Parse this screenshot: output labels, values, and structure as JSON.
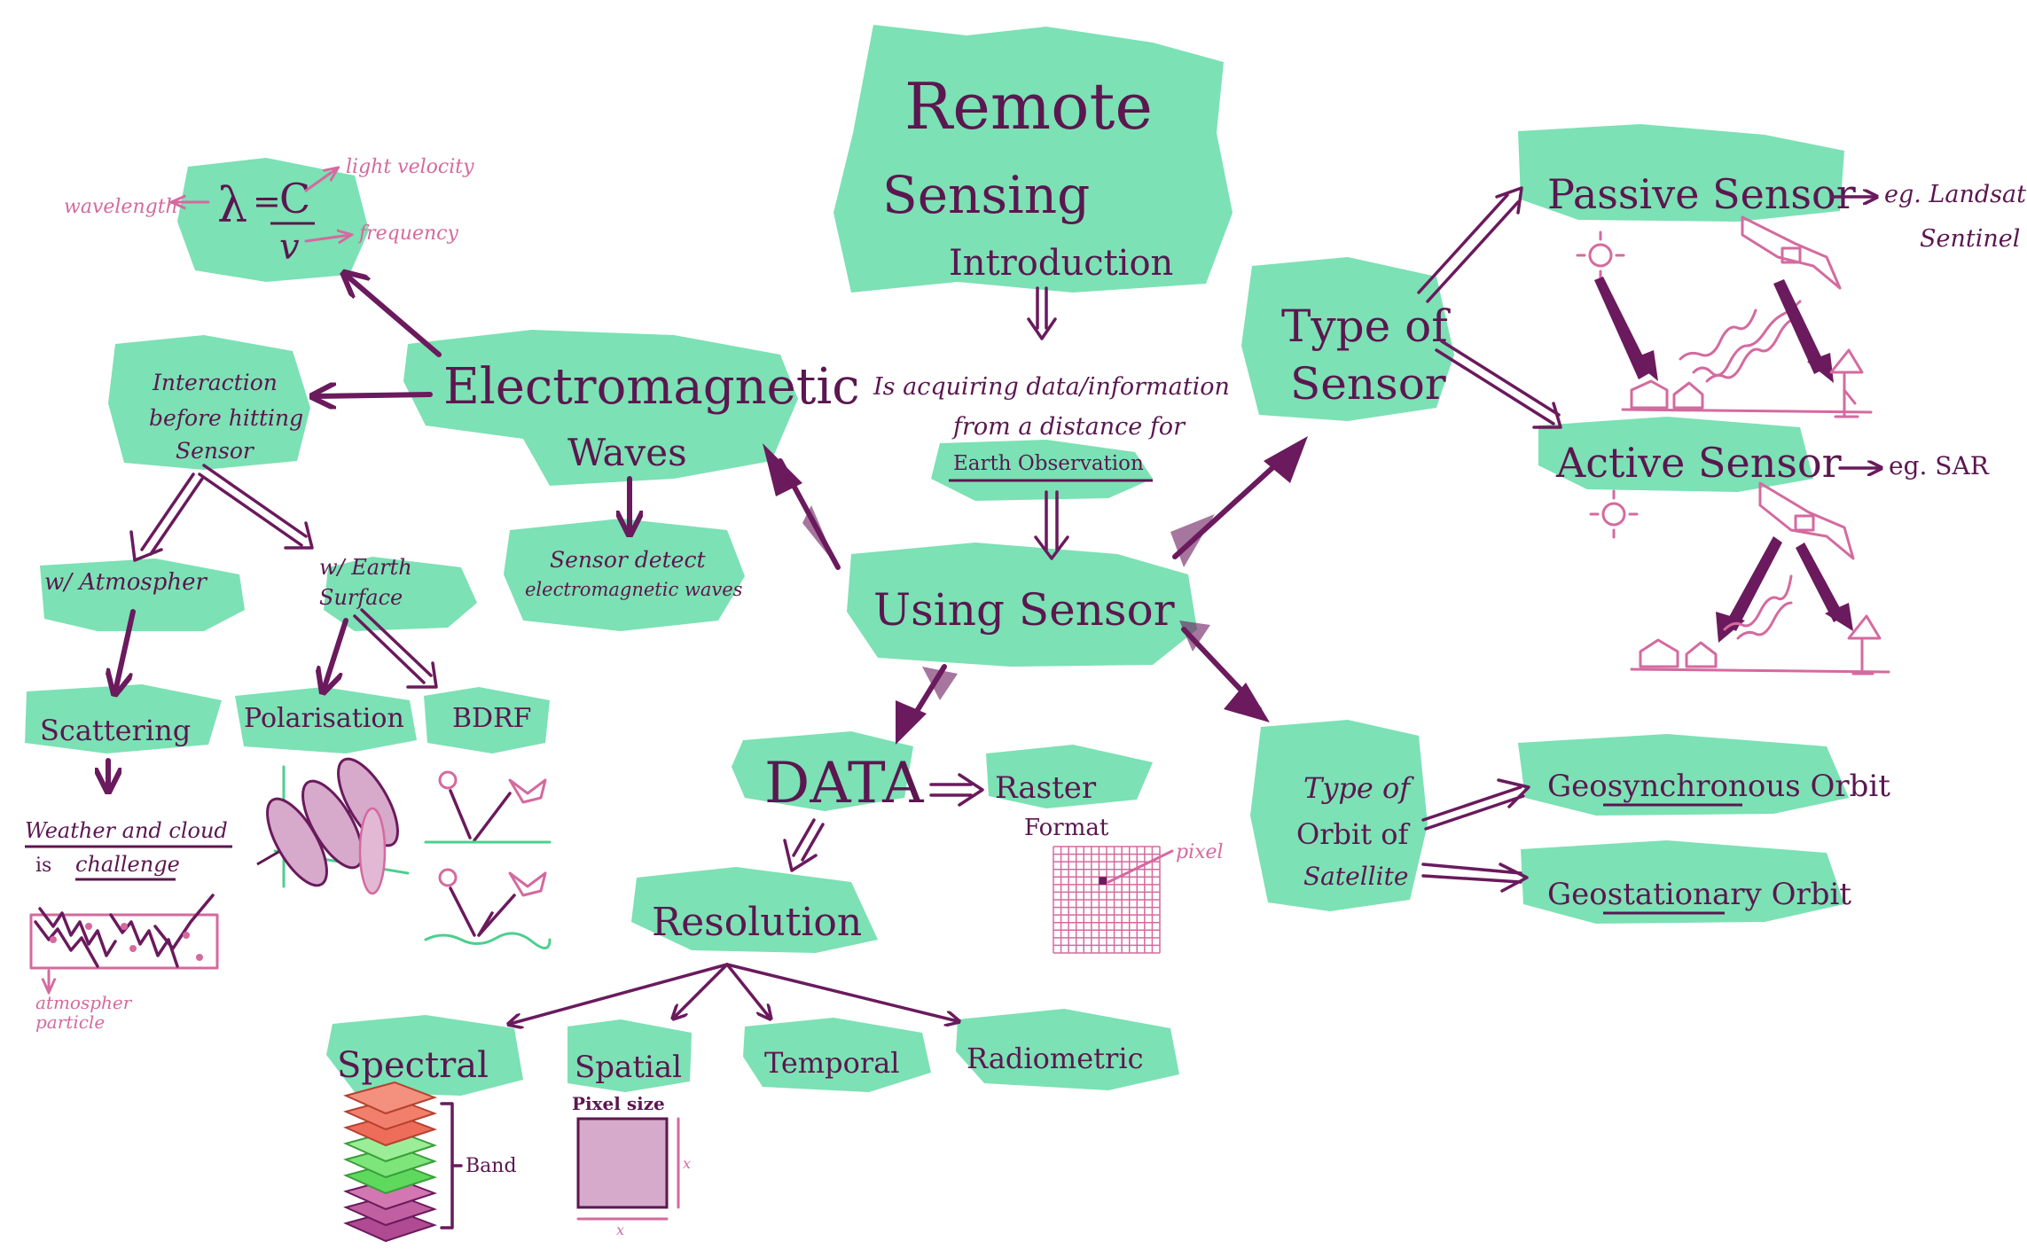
{
  "title": {
    "line1": "Remote",
    "line2": "Sensing",
    "line3": "Introduction"
  },
  "definition": {
    "line1": "Is acquiring data/information",
    "line2": "from a distance for",
    "line3": "Earth Observation"
  },
  "center": {
    "label": "Using Sensor"
  },
  "em": {
    "title_line1": "Electromagnetic",
    "title_line2": "Waves",
    "formula": {
      "lambda": "λ",
      "equals": "=",
      "c": "C",
      "v": "v",
      "wavelength": "wavelength",
      "light_velocity": "light velocity",
      "frequency": "frequency"
    },
    "interaction": {
      "line1": "Interaction",
      "line2": "before hitting",
      "line3": "Sensor"
    },
    "atmosphere": "w/ Atmospher",
    "earth_line1": "w/ Earth",
    "earth_line2": "Surface",
    "scattering": "Scattering",
    "weather_line1": "Weather and cloud",
    "weather_is": "is",
    "weather_challenge": "challenge",
    "particle_line1": "atmospher",
    "particle_line2": "particle",
    "polarisation": "Polarisation",
    "bdrf": "BDRF",
    "detect_line1": "Sensor detect",
    "detect_line2": "electromagnetic waves"
  },
  "sensor_types": {
    "title_line1": "Type of",
    "title_line2": "Sensor",
    "passive": "Passive Sensor",
    "passive_eg_line1": "eg. Landsat",
    "passive_eg_line2": "Sentinel",
    "active": "Active Sensor",
    "active_eg": "eg. SAR"
  },
  "orbit": {
    "title_line1": "Type of",
    "title_line2": "Orbit of",
    "title_line3": "Satellite",
    "geosync": "Geosynchronous Orbit",
    "geostat": "Geostationary Orbit"
  },
  "data": {
    "label": "DATA",
    "raster_line1": "Raster",
    "raster_line2": "Format",
    "pixel": "pixel",
    "resolution": "Resolution",
    "spectral": "Spectral",
    "band": "Band",
    "spatial": "Spatial",
    "pixel_size": "Pixel size",
    "dim_x": "x",
    "temporal": "Temporal",
    "radiometric": "Radiometric"
  },
  "colors": {
    "highlight": "#5fdba4",
    "ink": "#5b1750",
    "accent_pink": "#d46a9f"
  }
}
